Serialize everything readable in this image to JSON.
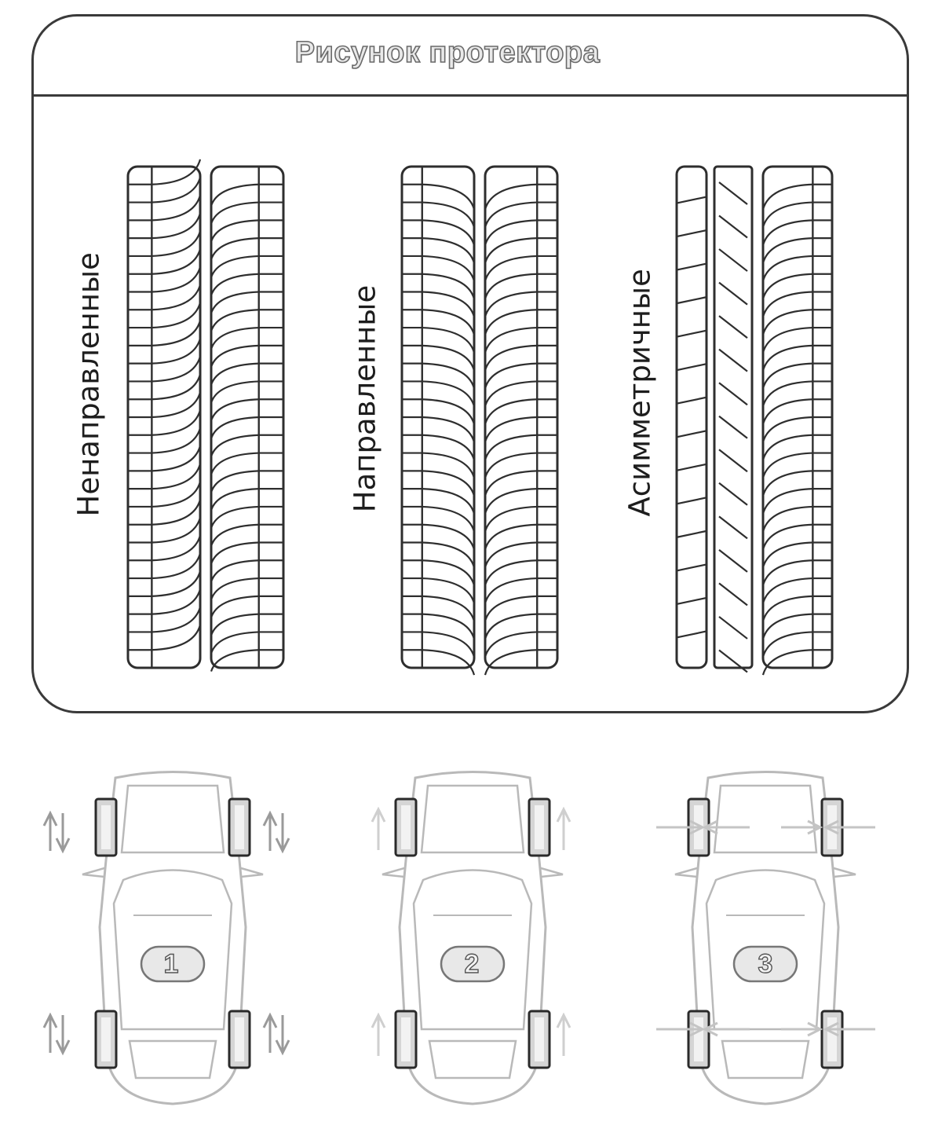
{
  "header": {
    "title": "Рисунок протектора"
  },
  "tread_types": [
    {
      "label": "Ненаправленные",
      "pattern": "non-directional"
    },
    {
      "label": "Направленные",
      "pattern": "directional"
    },
    {
      "label": "Асимметричные",
      "pattern": "asymmetric"
    }
  ],
  "cars": [
    {
      "number": "1",
      "scheme": "swap-front-back-both-directions"
    },
    {
      "number": "2",
      "scheme": "front-back-same-side-forward"
    },
    {
      "number": "3",
      "scheme": "cross-axle-swap"
    }
  ],
  "colors": {
    "stroke": "#2e2e2e",
    "title_fill": "#e9e9e9",
    "car_outline": "#b9b9b9",
    "arrow": "#9a9a9a"
  }
}
